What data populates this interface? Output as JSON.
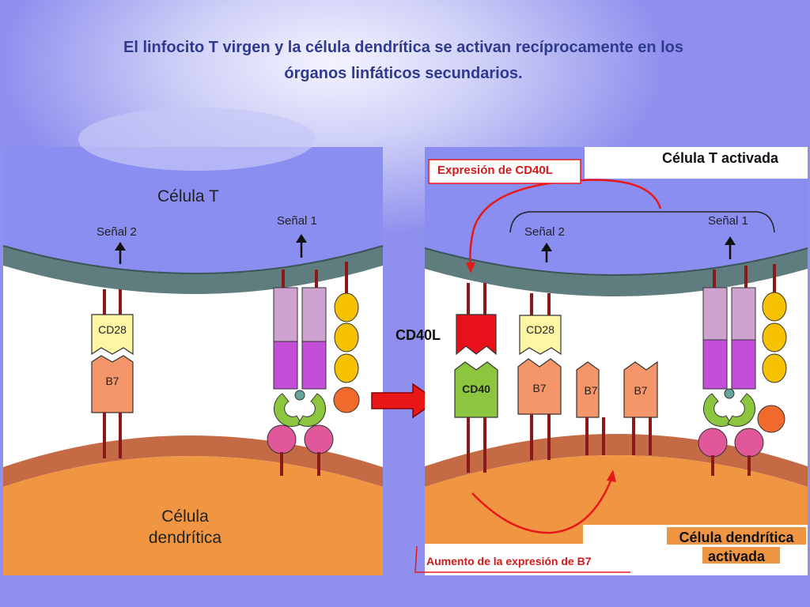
{
  "title": {
    "line1": "El linfocito T virgen y la célula dendrítica se activan recíprocamente en los",
    "line2": "órganos linfáticos secundarios."
  },
  "left_panel": {
    "t_cell_label": "Célula T",
    "signal2": "Señal 2",
    "signal1": "Señal 1",
    "cd28": "CD28",
    "b7": "B7",
    "dendritic_line1": "Célula",
    "dendritic_line2": "dendrítica"
  },
  "right_panel": {
    "activated_t_cell": "Célula T activada",
    "cd40l_expression": "Expresión de CD40L",
    "signal2": "Señal 2",
    "signal1": "Señal 1",
    "cd40l": "CD40L",
    "cd40": "CD40",
    "cd28": "CD28",
    "b7_a": "B7",
    "b7_b": "B7",
    "b7_c": "B7",
    "b7_increase": "Aumento de la expresión de B7",
    "activated_dendritic_line1": "Célula dendrítica",
    "activated_dendritic_line2": "activada"
  },
  "colors": {
    "t_cell": "#8a8ef0",
    "t_membrane": "#607f80",
    "dendritic": "#f09642",
    "dendritic_membrane": "#c46a44",
    "cd28": "#fff6a4",
    "b7": "#f5956a",
    "cd40l": "#e8101a",
    "cd40": "#8cc63e",
    "tcr": "#cfa3cf",
    "mhc": "#c34fd9",
    "cd3": "#f6c200",
    "arrow_red": "#e81818"
  }
}
